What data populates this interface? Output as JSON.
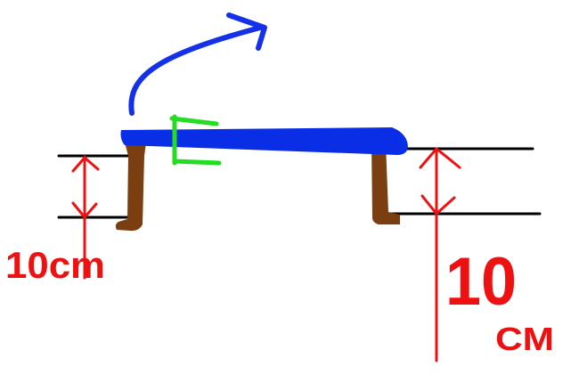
{
  "colors": {
    "background": "#ffffff",
    "lid": "#0a2ee6",
    "arrow": "#1430e8",
    "hinge": "#22dd22",
    "post": "#7a3e10",
    "line": "#000000",
    "dimension": "#ee1111"
  },
  "labels": {
    "left_dimension": "10cm",
    "right_dimension_value": "10",
    "right_dimension_unit": "CM"
  }
}
